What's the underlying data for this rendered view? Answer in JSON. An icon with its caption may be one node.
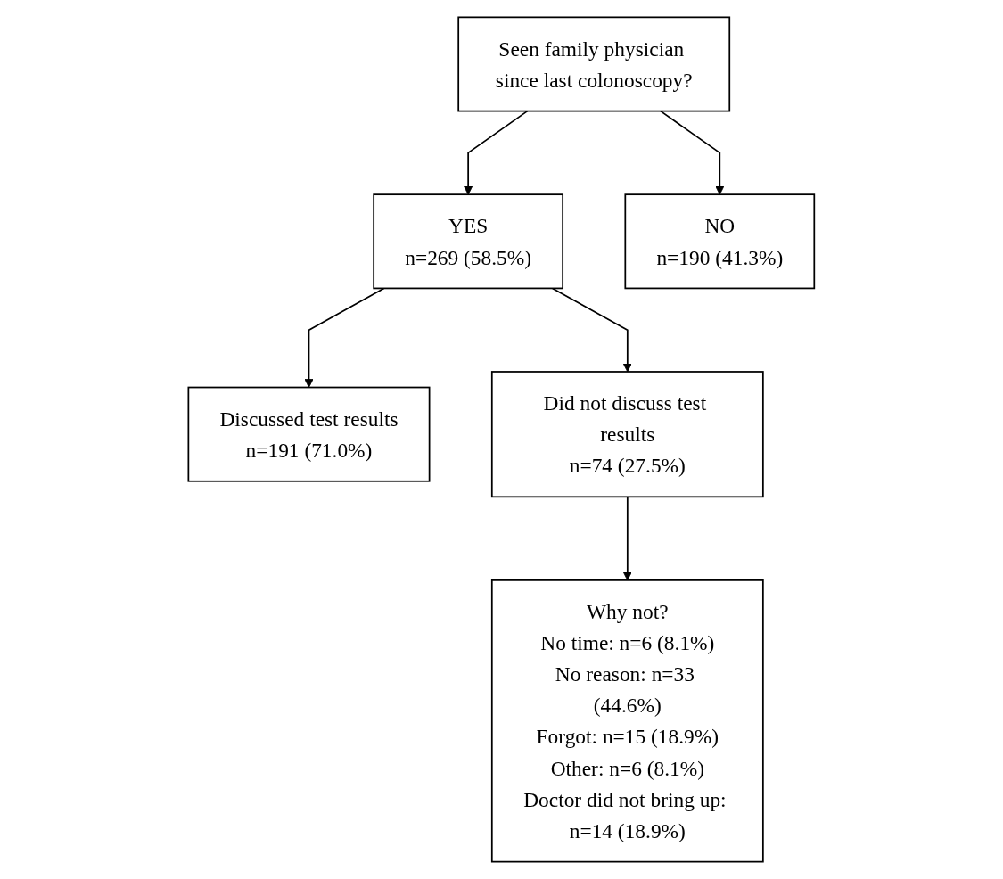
{
  "diagram": {
    "nodes": [
      {
        "text": [
          "Seen family physician since last colonoscopy?"
        ]
      },
      {
        "text": [
          "YES",
          "n=269 (58.5%)"
        ]
      },
      {
        "text": [
          "NO",
          "n=190 (41.3%)"
        ]
      },
      {
        "text": [
          "Discussed test results",
          "n=191 (71.0%)"
        ]
      },
      {
        "text": [
          "Did not discuss test results",
          "n=74 (27.5%)"
        ]
      },
      {
        "text": [
          "Why not?",
          "No time: n=6 (8.1%)",
          "No reason: n=33 (44.6%)",
          "Forgot: n=15 (18.9%)",
          "Other: n=6 (8.1%)",
          "Doctor did not bring up: n=14 (18.9%)"
        ]
      }
    ],
    "edges": [
      {
        "from": 0,
        "to": 1,
        "arrow": "to"
      },
      {
        "from": 0,
        "to": 2,
        "arrow": "to"
      },
      {
        "from": 1,
        "to": 3,
        "arrow": "to"
      },
      {
        "from": 1,
        "to": 4,
        "arrow": "to"
      },
      {
        "from": 4,
        "to": 5,
        "arrow": "to"
      }
    ]
  }
}
